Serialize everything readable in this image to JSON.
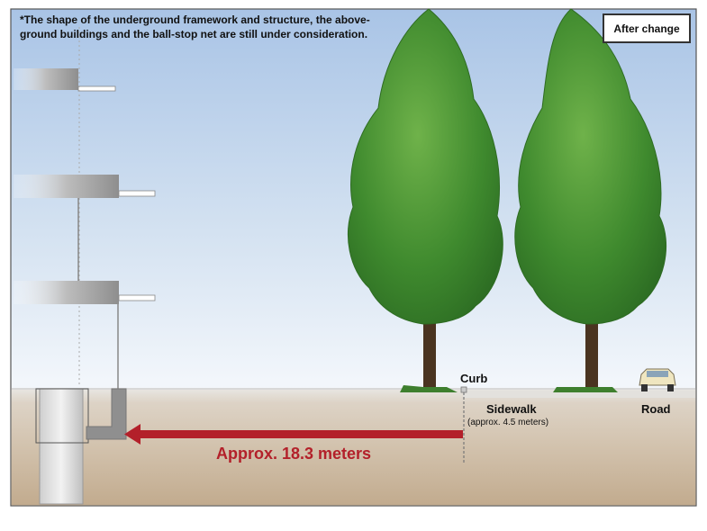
{
  "note": "*The shape of the underground framework and structure, the above-ground buildings and the ball-stop net are still under consideration.",
  "badge": "After change",
  "labels": {
    "curb": "Curb",
    "sidewalk": "Sidewalk",
    "sidewalk_width": "(approx. 4.5 meters)",
    "road": "Road",
    "distance": "Approx. 18.3 meters"
  },
  "colors": {
    "sky_top": "#a9c4e6",
    "ground": "#c9b7a0",
    "arrow": "#b3202a",
    "tree_foliage": "#3f8a2e",
    "trunk": "#4a3420",
    "building_gray": "#9a9a9a"
  },
  "icons": [
    "tree-icon",
    "car-icon",
    "arrow-left-icon"
  ]
}
